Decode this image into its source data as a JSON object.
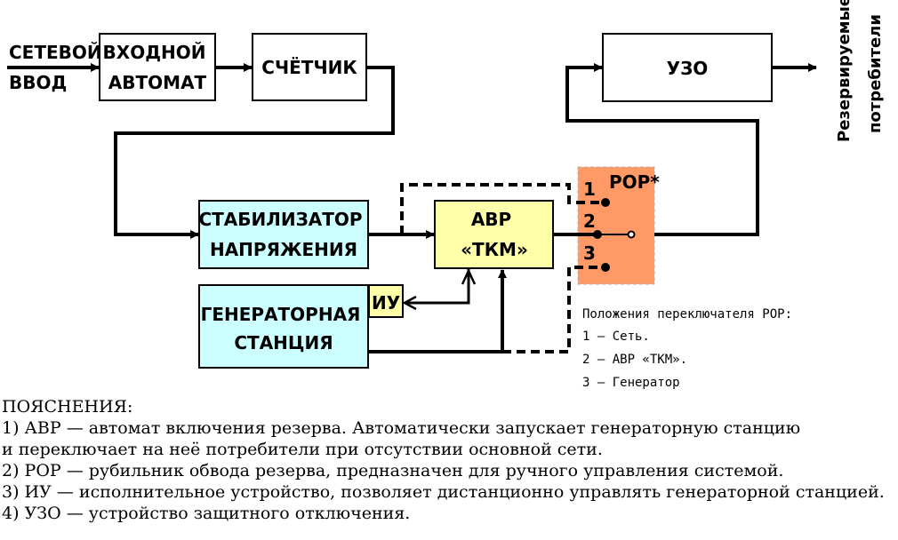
{
  "diagram": {
    "input_label": [
      "СЕТЕВОЙ",
      "ВВОД"
    ],
    "input_breaker": [
      "ВХОДНОЙ",
      "АВТОМАТ"
    ],
    "meter": "СЧЁТЧИК",
    "rcd": "УЗО",
    "stabilizer": [
      "СТАБИЛИЗАТОР",
      "НАПРЯЖЕНИЯ"
    ],
    "ats": [
      "АВР",
      "«ТКМ»"
    ],
    "generator": [
      "ГЕНЕРАТОРНАЯ",
      "СТАНЦИЯ"
    ],
    "actuator": "ИУ",
    "switch": {
      "title": "РОР*",
      "positions": [
        "1",
        "2",
        "3"
      ]
    },
    "output_label": [
      "Резервируемые",
      "потребители"
    ],
    "switch_legend": [
      "Положения переключателя РОР:",
      "1 – Сеть.",
      "2 – АВР «ТКМ».",
      "3 – Генератор"
    ],
    "colors": {
      "stabilizer_fill": "#ccffff",
      "generator_fill": "#ccffff",
      "ats_fill": "#ffffaa",
      "actuator_fill": "#ffffaa",
      "switch_fill": "#ff9966"
    }
  },
  "notes": {
    "heading": "ПОЯСНЕНИЯ:",
    "lines": [
      "1) АВР — автомат включения резерва. Автоматически запускает генераторную станцию",
      "и переключает на неё потребители при отсутствии основной сети.",
      "2) РОР — рубильник обвода резерва, предназначен для ручного управления системой.",
      "3) ИУ — исполнительное устройство, позволяет дистанционно управлять генераторной станцией.",
      "4) УЗО — устройство защитного отключения."
    ]
  }
}
